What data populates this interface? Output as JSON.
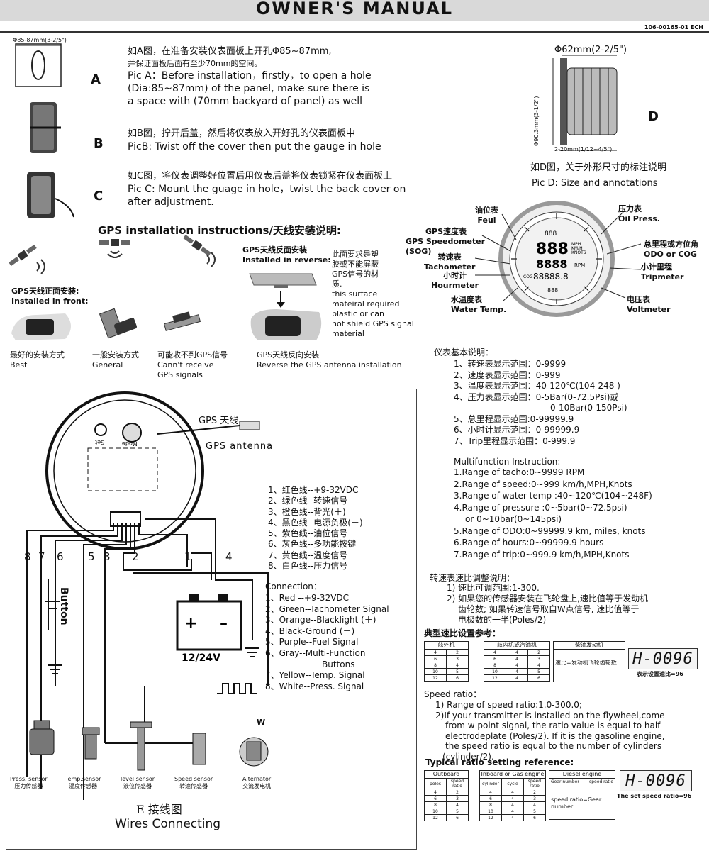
{
  "header": {
    "title": "OWNER'S  MANUAL",
    "code": "106-00165-01 ECH"
  },
  "install": {
    "dim_a": "Φ85-87mm(3-2/5\")",
    "a": {
      "letter": "A",
      "lines": [
        "如A图，在准备安装仪表面板上开孔Φ85~87mm,",
        "并保证面板后面有至少70mm的空间。",
        "Pic A：Before installation，firstly，to open a hole",
        "(Dia:85~87mm) of the panel, make sure there is",
        "a space with (70mm backyard of panel)  as well"
      ]
    },
    "b": {
      "letter": "B",
      "lines": [
        "如B图，拧开后盖，然后将仪表放入开好孔的仪表面板中",
        "PicB: Twist off the cover then put the gauge in hole"
      ]
    },
    "c": {
      "letter": "C",
      "lines": [
        "如C图，将仪表调整好位置后用仪表后盖将仪表锁紧在仪表面板上",
        "Pic C: Mount the guage in hole，twist the back  cover on",
        "after adjustment."
      ]
    }
  },
  "picd": {
    "width_label": "Φ62mm(2-2/5\")",
    "diam_label": "Φ90.3mm(3-1/2\")",
    "depth_label": "2-20mm(1/12~4/5\")",
    "letter": "D",
    "caption_cn": "如D图，关于外形尺寸的标注说明",
    "caption_en": "Pic D: Size and annotations"
  },
  "gps": {
    "heading": "GPS installation instructions/天线安装说明:",
    "front_cn": "GPS天线正面安装:",
    "front_en": "Installed in  front:",
    "reverse_cn": "GPS天线反面安装",
    "reverse_en": "Installed in  reverse:",
    "note": [
      "此面要求是塑",
      "胶或不能屏蔽",
      "GPS信号的材",
      "质.",
      "this surface",
      "mateiral required",
      "plastic or can",
      "not shield GPS signal",
      "material"
    ],
    "captions": [
      {
        "cn": "最好的安装方式",
        "en": "Best"
      },
      {
        "cn": "一般安装方式",
        "en": "General"
      },
      {
        "cn": "可能收不到GPS信号",
        "en": "Cann't receive",
        "en2": "GPS signals"
      },
      {
        "cn": "GPS天线反向安装",
        "en": "Reverse the GPS antenna installation"
      }
    ]
  },
  "gauge": {
    "labels": {
      "fuel": [
        "油位表",
        "Feul"
      ],
      "gps_speed": [
        "GPS速度表",
        "GPS Speedometer",
        "(SOG)"
      ],
      "tacho": [
        "转速表",
        "Tachometer"
      ],
      "hour": [
        "小时计",
        "Hourmeter"
      ],
      "water": [
        "水温度表",
        "Water Temp."
      ],
      "oil": [
        "压力表",
        "Oil Press."
      ],
      "odo": [
        "总里程或方位角",
        "ODO or COG"
      ],
      "trip": [
        "小计里程",
        "Tripmeter"
      ],
      "volt": [
        "电压表",
        "Voltmeter"
      ]
    },
    "lcd": {
      "speed": "888",
      "rpm_digits": "8888",
      "odo": "88888.8",
      "small": "888",
      "mph": "MPH",
      "kmh": "KM/H",
      "knots": "KNOTS",
      "rpm": "RPM",
      "cog": "COG"
    }
  },
  "specs_cn": {
    "title": "仪表基本说明：",
    "lines": [
      "1、转速表显示范围：0-9999",
      "2、速度表显示范围：0-999",
      "3、温度表显示范围：40-120℃(104-248   )",
      "4、压力表显示范围：0-5Bar(0-72.5Psi)或",
      "0-10Bar(0-150Psi)",
      "5、总里程显示范围:0-99999.9",
      "6、小时计显示范围：0-99999.9",
      "7、Trip里程显示范围：0-999.9"
    ]
  },
  "specs_en": {
    "title": "Multifunction Instruction:",
    "lines": [
      "1.Range of tacho:0~9999 RPM",
      "2.Range of speed:0~999 km/h,MPH,Knots",
      "3.Range of water temp :40~120℃(104~248F)",
      "4.Range of pressure :0~5bar(0~72.5psi)",
      "or 0~10bar(0~145psi)",
      "5.Range of ODO:0~99999.9 km, miles, knots",
      "6.Range of hours:0~99999.9 hours",
      "7.Range of trip:0~999.9 km/h,MPH,Knots"
    ]
  },
  "ratio_cn": {
    "title": "转速表速比调整说明：",
    "lines": [
      "1) 速比可调范围:1-300.",
      "2) 如果您的传感器安装在飞轮盘上,速比值等于发动机",
      "齿轮数; 如果转速信号取自W点信号, 速比值等于",
      "电极数的一半(Poles/2)"
    ],
    "table_title": "典型速比设置参考：",
    "tbl_heads": [
      "舷外机",
      "舷内机或汽油机",
      "柴油发动机"
    ],
    "formula": "速比=发动机飞轮齿轮数",
    "display": "H-0096",
    "display_caption": "表示设置速比=96"
  },
  "ratio_en": {
    "title": "Speed ratio：",
    "lines": [
      "1) Range of speed ratio:1.0-300.0;",
      "2)If your transmitter is installed on the flywheel,come",
      "from w point signal, the ratio value is equal to half",
      "electrodeplate (Poles/2). If it is the gasoline engine,",
      "the speed ratio is equal to the   number of cylinders",
      "(cylinder/2)."
    ],
    "table_title": "Typical ratio setting reference:",
    "tbl_heads": [
      "Outboard",
      "Inboard or Gas engine",
      "Diesel engine"
    ],
    "sub_heads": [
      "poles",
      "speed ratio",
      "cylinder",
      "cycle",
      "speed ratio",
      "Gear number",
      "speed ratio"
    ],
    "formula": "speed ratio=Gear number",
    "display": "H-0096",
    "display_caption": "The set speed ratio=96"
  },
  "ratio_tables": {
    "outboard": [
      [
        "4",
        "2"
      ],
      [
        "6",
        "3"
      ],
      [
        "8",
        "4"
      ],
      [
        "10",
        "5"
      ],
      [
        "12",
        "6"
      ]
    ],
    "inboard": [
      [
        "4",
        "4",
        "2"
      ],
      [
        "6",
        "4",
        "3"
      ],
      [
        "8",
        "4",
        "4"
      ],
      [
        "10",
        "4",
        "5"
      ],
      [
        "12",
        "4",
        "6"
      ]
    ]
  },
  "wiring": {
    "gps_cn": "GPS 天线",
    "gps_en": "GPS  antenna",
    "set": "Set",
    "mode": "Mode",
    "button": "Button",
    "battery_label": "12/24V",
    "wire_nums": [
      "8",
      "7",
      "6",
      "5",
      "3",
      "2",
      "1",
      "4"
    ],
    "w": "W",
    "wires_cn": [
      "1、红色线--+9-32VDC",
      "2、绿色线--转速信号",
      "3、橙色线--背光(＋)",
      "4、黑色线--电源负极(－)",
      "5、紫色线--油位信号",
      "6、灰色线--多功能按键",
      "7、黄色线--温度信号",
      "8、白色线--压力信号"
    ],
    "connection_title": "Connection：",
    "wires_en": [
      "1、Red --+9-32VDC",
      "2、Green--Tachometer Signal",
      "3、Orange--Blacklight (＋)",
      "4、Black-Ground (－)",
      "5、Purple--Fuel Signal",
      "6、Gray--Multi-Function",
      "Buttons",
      "7、Yellow--Temp. Signal",
      "8、White--Press. Signal"
    ],
    "sensors": [
      {
        "en": "Press. sensor",
        "cn": "压力传感器"
      },
      {
        "en": "Temp.sensor",
        "cn": "温度传感器"
      },
      {
        "en": "level sensor",
        "cn": "液位传感器"
      },
      {
        "en": "Speed sensor",
        "cn": "转速传感器"
      },
      {
        "en": "Alternator",
        "cn": "交流发电机"
      }
    ],
    "caption_cn": "E 接线图",
    "caption_en": "Wires Connecting"
  }
}
